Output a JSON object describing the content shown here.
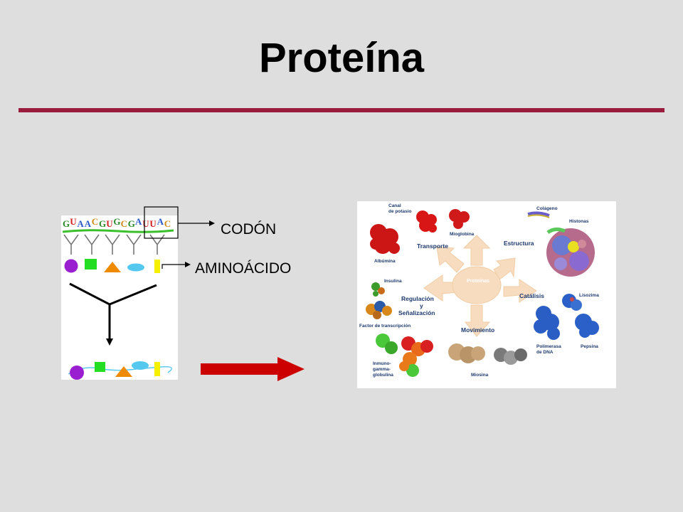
{
  "slide": {
    "title": "Proteína",
    "rule_color": "#9b1b3e",
    "arrow_color": "#cc0000"
  },
  "translation": {
    "mrna_letters": [
      "G",
      "U",
      "A",
      "A",
      "C",
      "G",
      "U",
      "G",
      "C",
      "G",
      "A",
      "U",
      "U",
      "A",
      "C"
    ],
    "codon_label": "CODÓN",
    "amino_label": "AMINOÁCIDO",
    "amino_acids": [
      "purple-circle",
      "green-square",
      "orange-triangle",
      "blue-ellipse",
      "yellow-rectangle"
    ]
  },
  "functions": {
    "center": "Proteínas",
    "categories": [
      "Transporte",
      "Estructura",
      "Regulación y Señalización",
      "Catálisis",
      "Movimiento"
    ],
    "examples": {
      "canal": "Canal de potasio",
      "mioglobina": "Mioglobina",
      "albumina": "Albúmina",
      "colageno": "Colágeno",
      "histonas": "Histonas",
      "insulina": "Insulina",
      "factor": "Factor de transcripción",
      "lisozima": "Lisozima",
      "polimerasa": "Polimerasa de DNA",
      "pepsina": "Pepsina",
      "inmuno": "Inmuno- gamma- globulina",
      "miosina": "Miosina"
    }
  }
}
